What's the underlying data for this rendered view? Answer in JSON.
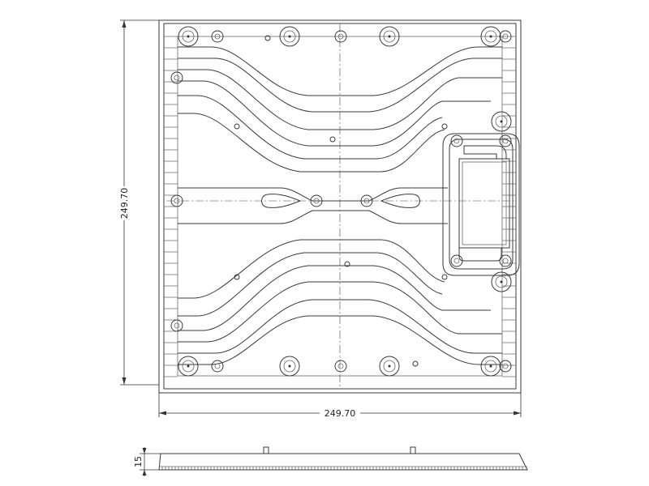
{
  "drawing": {
    "dimensions": {
      "width": "249.70",
      "height": "249.70",
      "thickness": "15"
    }
  }
}
